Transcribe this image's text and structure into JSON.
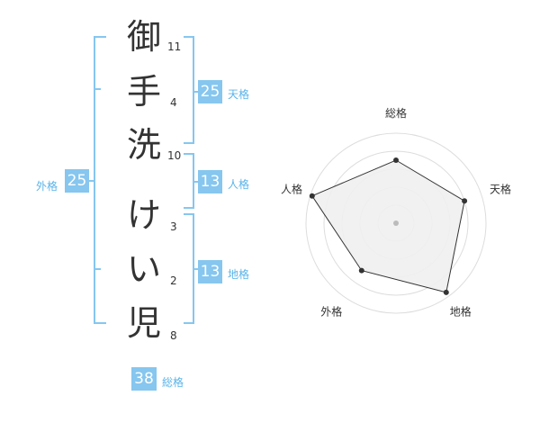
{
  "name_chars": [
    {
      "char": "御",
      "strokes": "11"
    },
    {
      "char": "手",
      "strokes": "4"
    },
    {
      "char": "洗",
      "strokes": "10"
    },
    {
      "char": "け",
      "strokes": "3"
    },
    {
      "char": "い",
      "strokes": "2"
    },
    {
      "char": "児",
      "strokes": "8"
    }
  ],
  "kaku": {
    "tenkaku": {
      "value": "25",
      "label": "天格"
    },
    "jinkaku": {
      "value": "13",
      "label": "人格"
    },
    "chikaku": {
      "value": "13",
      "label": "地格"
    },
    "gaikaku": {
      "value": "25",
      "label": "外格"
    },
    "soukaku": {
      "value": "38",
      "label": "総格"
    }
  },
  "radar": {
    "axes": [
      "総格",
      "天格",
      "地格",
      "外格",
      "人格"
    ],
    "values": [
      0.7,
      0.8,
      0.95,
      0.65,
      0.98
    ],
    "colors": {
      "grid": "#dddddd",
      "fill": "#f0f0f0",
      "line": "#333333",
      "point": "#333333",
      "center": "#bbbbbb"
    }
  }
}
